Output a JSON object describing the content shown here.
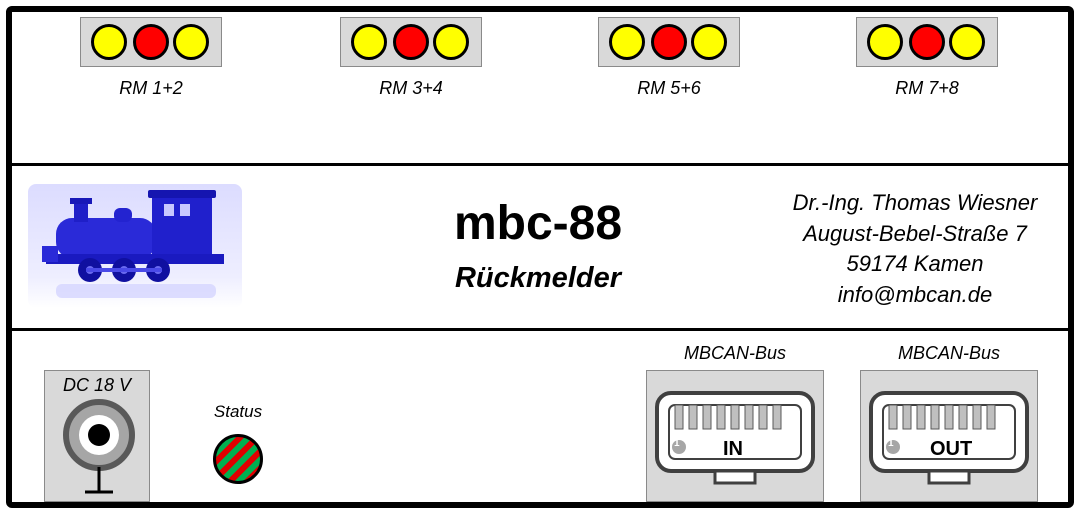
{
  "feedback": {
    "groups": [
      {
        "label": "RM 1+2"
      },
      {
        "label": "RM 3+4"
      },
      {
        "label": "RM 5+6"
      },
      {
        "label": "RM 7+8"
      }
    ]
  },
  "device": {
    "name": "mbc-88",
    "subtitle": "Rückmelder"
  },
  "address": {
    "line1": "Dr.-Ing. Thomas Wiesner",
    "line2": "August-Bebel-Straße 7",
    "line3": "59174 Kamen",
    "line4": "info@mbcan.de"
  },
  "power": {
    "label": "DC 18 V"
  },
  "status": {
    "label": "Status"
  },
  "bus": {
    "in": {
      "title": "MBCAN-Bus",
      "label": "IN",
      "pin": "1"
    },
    "out": {
      "title": "MBCAN-Bus",
      "label": "OUT",
      "pin": "1"
    }
  },
  "colors": {
    "led_yellow": "#ffff00",
    "led_red": "#ff0000",
    "status_green": "#00b050",
    "status_red": "#e00000",
    "panel_gray": "#d9d9d9"
  }
}
